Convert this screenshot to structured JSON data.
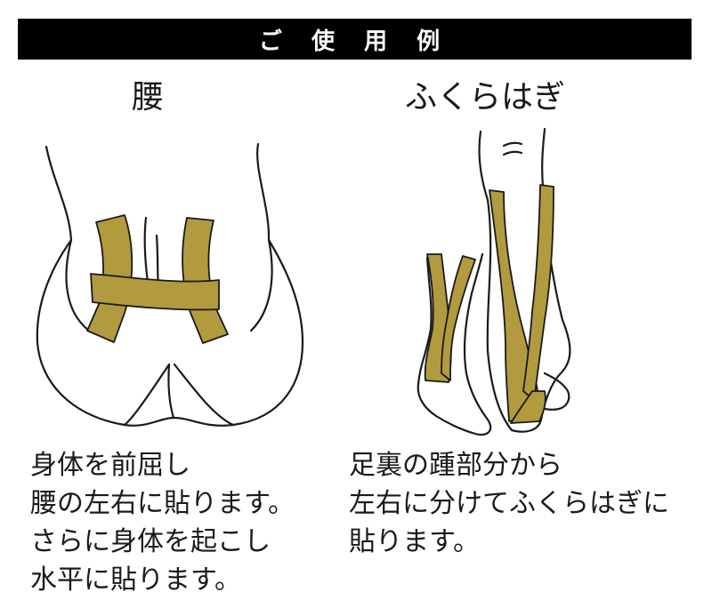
{
  "header": {
    "title": "ご 使 用 例"
  },
  "colors": {
    "tape": "#b29a3e",
    "outline": "#1a1a1a",
    "header_bg": "#000000"
  },
  "panels": [
    {
      "title": "腰",
      "caption_lines": [
        "身体を前屈し",
        "腰の左右に貼ります。",
        "さらに身体を起こし",
        "水平に貼ります。"
      ]
    },
    {
      "title": "ふくらはぎ",
      "caption_lines": [
        "足裏の踵部分から",
        "左右に分けてふくらはぎに",
        "貼ります。"
      ]
    }
  ]
}
